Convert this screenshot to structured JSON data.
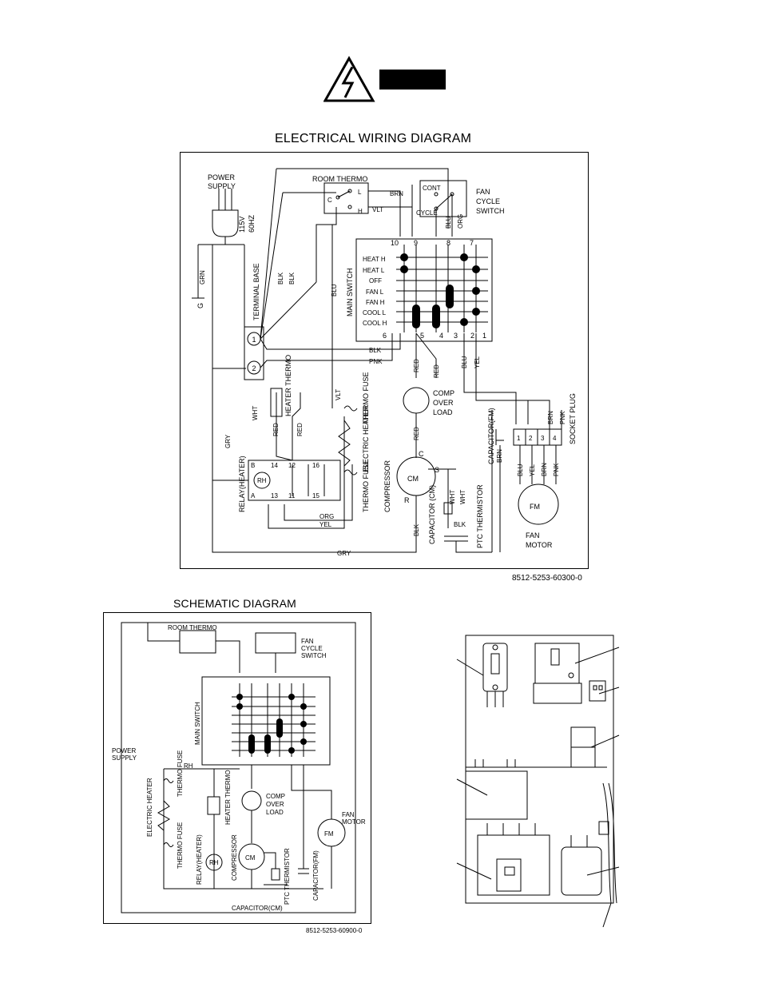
{
  "warning": {
    "icon": "high-voltage-warning-icon"
  },
  "wiring": {
    "title": "ELECTRICAL WIRING DIAGRAM",
    "ref": "8512-5253-60300-0",
    "labels": {
      "power_supply": "POWER SUPPLY",
      "voltage": "115V",
      "freq": "60HZ",
      "grn": "GRN",
      "g": "G",
      "blk": "BLK",
      "blu": "BLU",
      "terminal_base": "TERMINAL BASE",
      "room_thermo": "ROOM THERMO",
      "brn": "BRN",
      "vlt": "VLT",
      "cont": "CONT",
      "cycle": "CYCLE",
      "org": "ORG",
      "fan_cycle_switch": "FAN CYCLE SWITCH",
      "main_switch": "MAIN SWITCH",
      "pnk": "PNK",
      "red": "RED",
      "yel": "YEL",
      "wht": "WHT",
      "gry": "GRY",
      "comp_over_load": "COMP OVER LOAD",
      "heater_thermo": "HEATER THERMO",
      "thermo_fuse": "THERMO FUSE",
      "electric_heater": "ELECTRIC HEATER",
      "compressor": "COMPRESSOR",
      "relay_heater": "RELAY(HEATER)",
      "rh": "RH",
      "cm": "CM",
      "fm": "FM",
      "capacitor_fm": "CAPACITOR(FM)",
      "capacitor_cm": "CAPACITOR (CM)",
      "ptc_thermistor": "PTC THERMISTOR",
      "socket_plug": "SOCKET PLUG",
      "fan_motor": "FAN MOTOR"
    },
    "switch_rows": [
      "HEAT H",
      "HEAT L",
      "OFF",
      "FAN L",
      "FAN H",
      "COOL L",
      "COOL H"
    ],
    "top_terminals": [
      "10",
      "9",
      "8",
      "7"
    ],
    "bottom_terminals": [
      "6",
      "5",
      "4",
      "3",
      "2",
      "1"
    ],
    "plug_pins": [
      "1",
      "2",
      "3",
      "4"
    ]
  },
  "schematic": {
    "title": "SCHEMATIC DIAGRAM",
    "ref": "8512-5253-60900-0",
    "labels": {
      "room_thermo": "ROOM THERMO",
      "fan_cycle_switch": "FAN CYCLE SWITCH",
      "main_switch": "MAIN SWITCH",
      "power_supply": "POWER SUPPLY",
      "electric_heater": "ELECTRIC HEATER",
      "thermo_fuse": "THERMO FUSE",
      "heater_thermo": "HEATER THERMO",
      "relay_heater": "RELAY(HEATER)",
      "compressor": "COMPRESSOR",
      "comp_over_load": "COMP OVER LOAD",
      "fan_motor": "FAN MOTOR",
      "ptc_thermistor": "PTC THERMISTOR",
      "capacitor_fm": "CAPACITOR(FM)",
      "capacitor_cm": "CAPACITOR(CM)",
      "rh": "RH",
      "cm": "CM",
      "fm": "FM"
    }
  }
}
